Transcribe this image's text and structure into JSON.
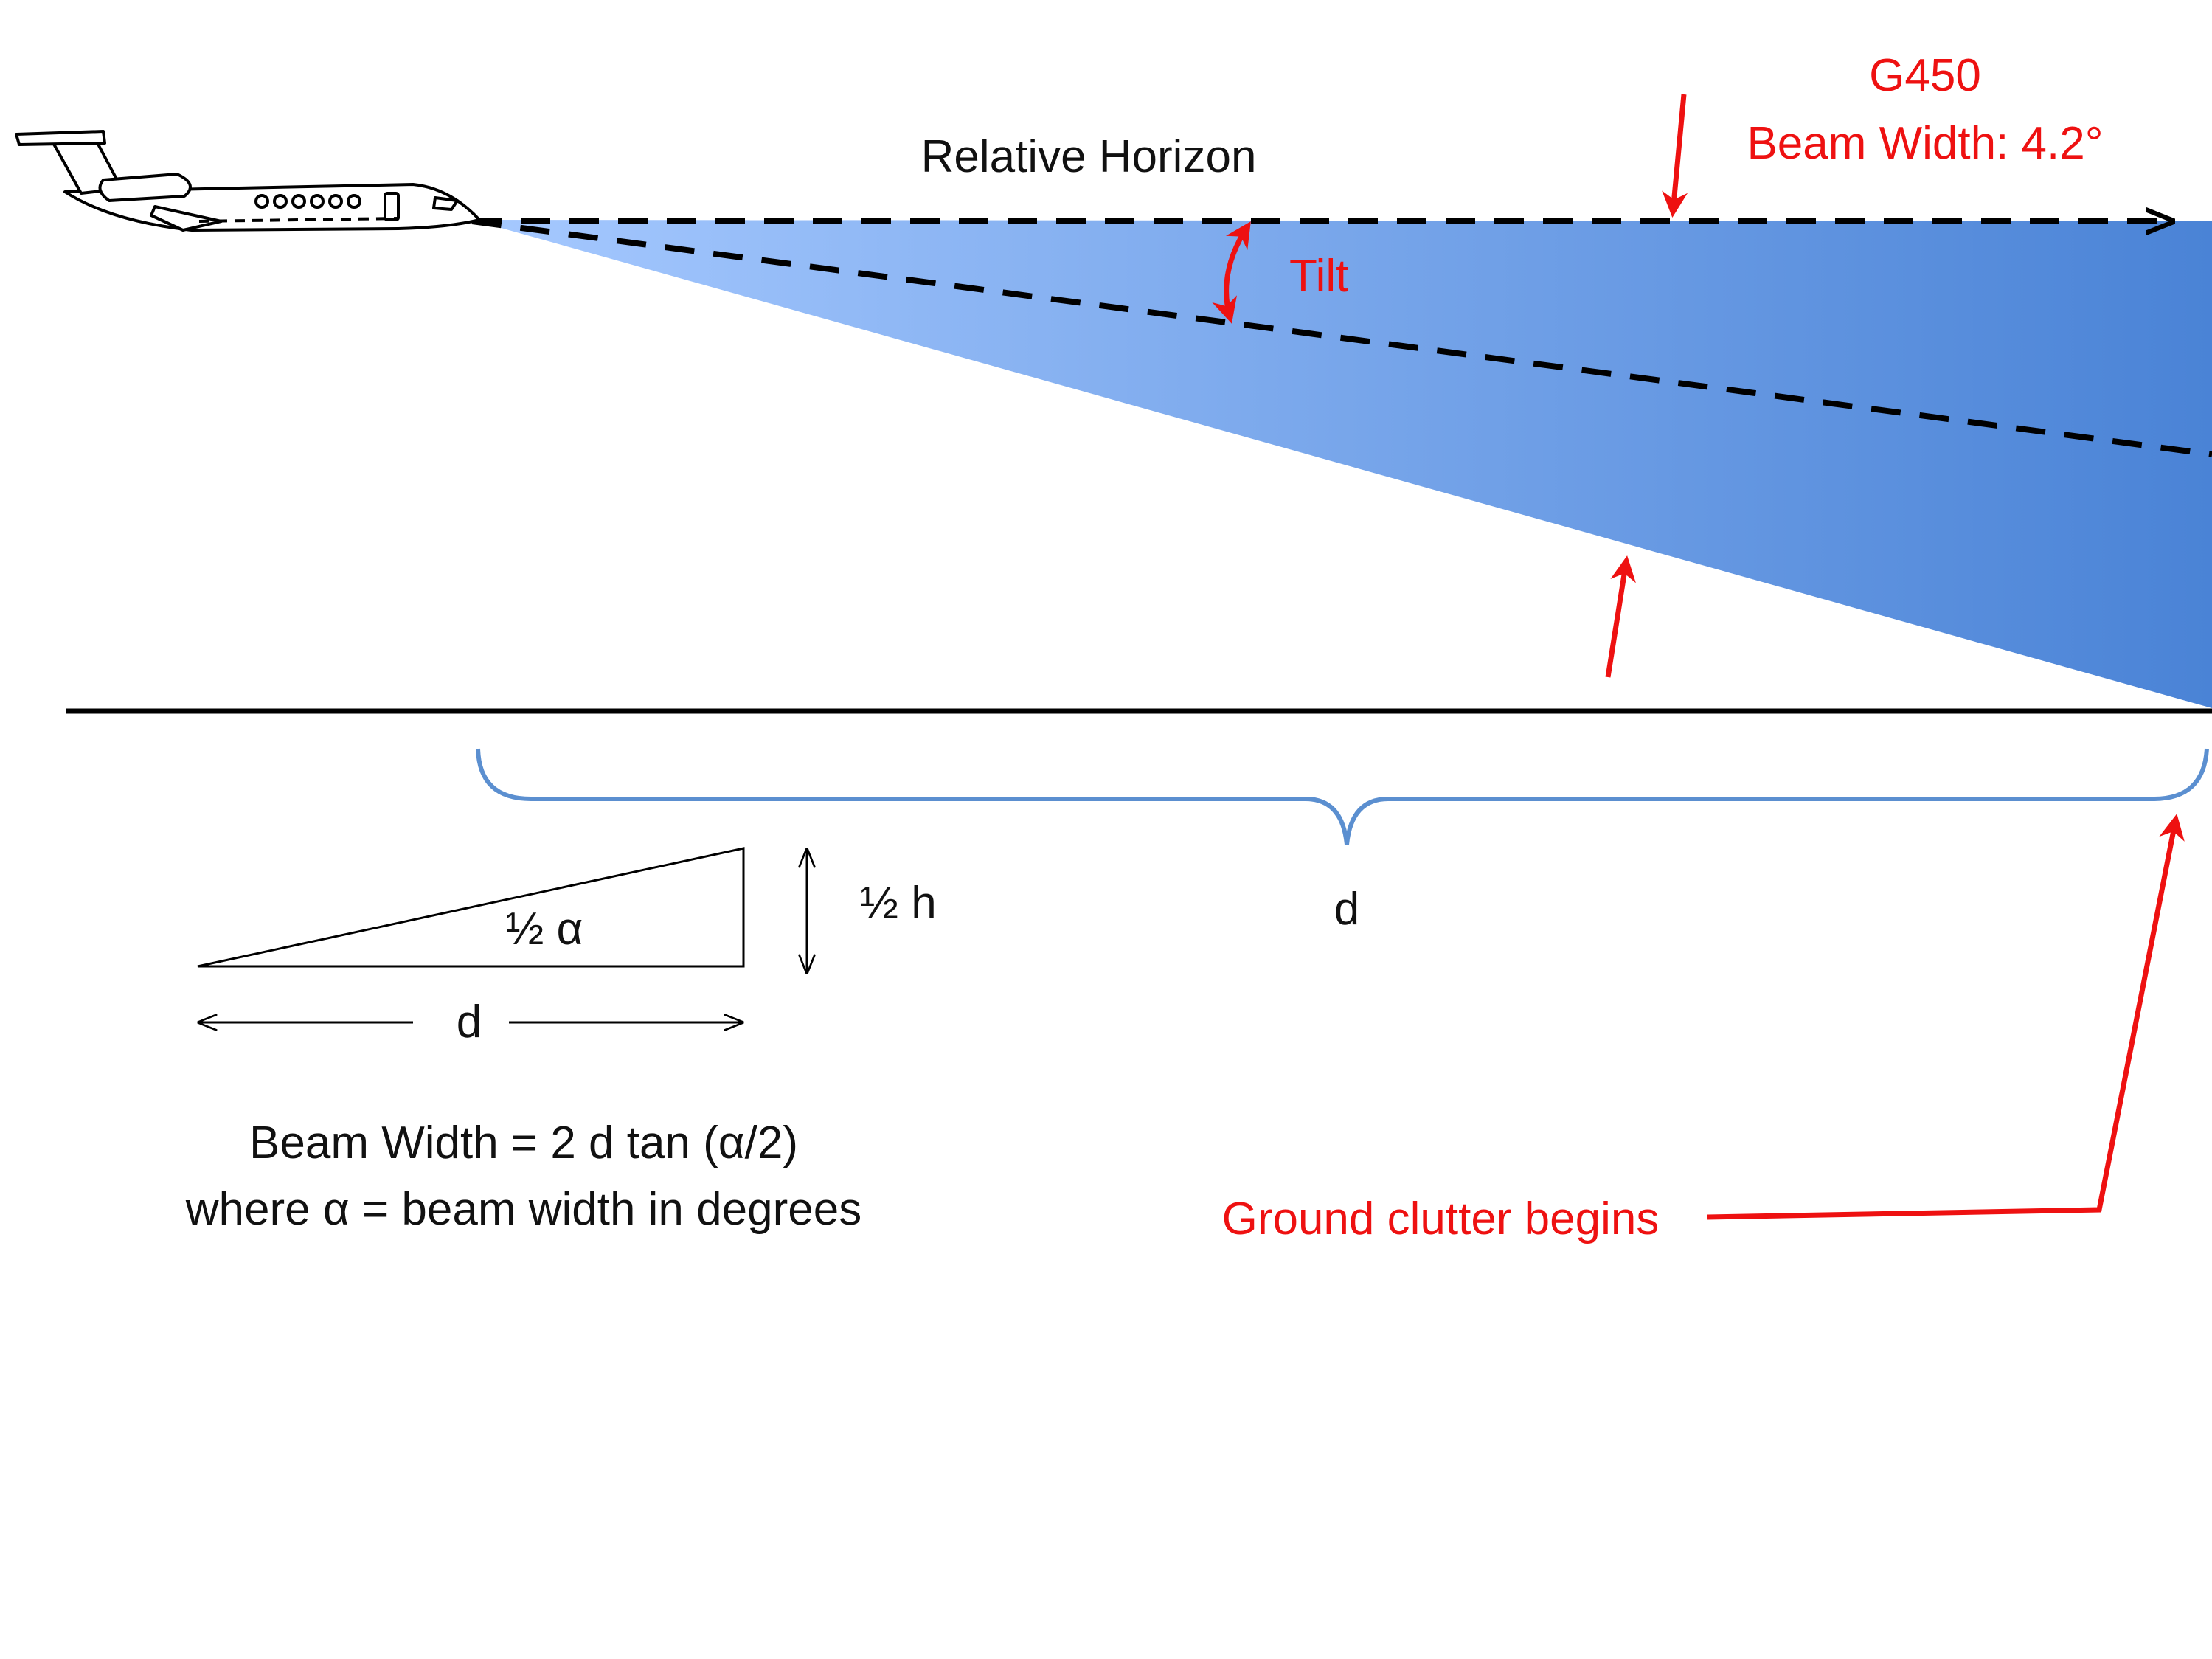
{
  "labels": {
    "relative_horizon": "Relative Horizon",
    "aircraft_model": "G450",
    "beam_width": "Beam Width: 4.2°",
    "tilt": "Tilt",
    "distance_main": "d",
    "half_alpha": "½ α",
    "half_h": "½ h",
    "distance_small": "d",
    "formula": "Beam Width = 2 d tan (α/2)",
    "formula_note": "where α = beam width in degrees",
    "ground_clutter": "Ground clutter begins"
  },
  "colors": {
    "beam_light": "#9dc3ff",
    "beam_dark": "#4a83d6",
    "annotation_red": "#ee1111",
    "brace_blue": "#5b8fd0",
    "line_black": "#000000"
  },
  "icons": {
    "aircraft": "business-jet-icon"
  }
}
